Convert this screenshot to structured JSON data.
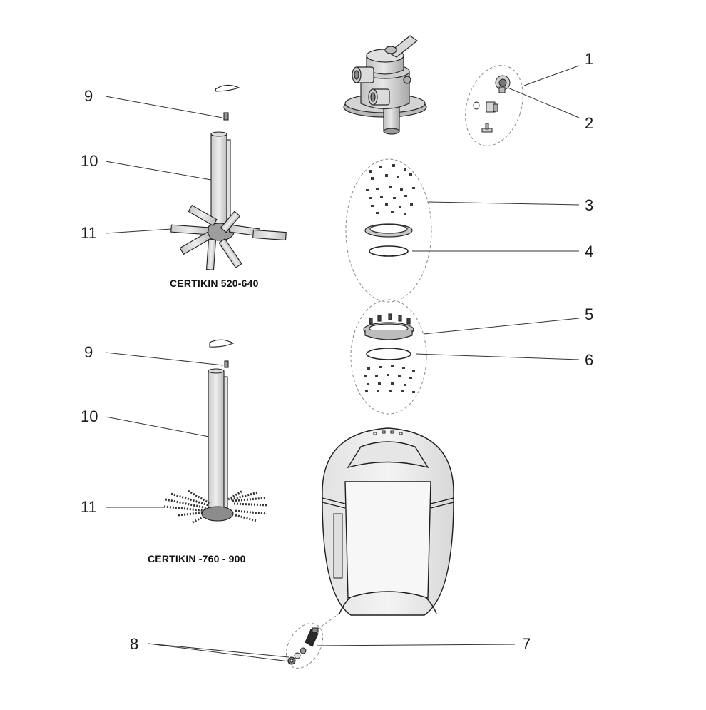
{
  "diagram": {
    "callouts": [
      {
        "id": "c1",
        "label": "1"
      },
      {
        "id": "c2",
        "label": "2"
      },
      {
        "id": "c3",
        "label": "3"
      },
      {
        "id": "c4",
        "label": "4"
      },
      {
        "id": "c5",
        "label": "5"
      },
      {
        "id": "c6",
        "label": "6"
      },
      {
        "id": "c7",
        "label": "7"
      },
      {
        "id": "c8",
        "label": "8"
      },
      {
        "id": "c9a",
        "label": "9"
      },
      {
        "id": "c10a",
        "label": "10"
      },
      {
        "id": "c11a",
        "label": "11"
      },
      {
        "id": "c9b",
        "label": "9"
      },
      {
        "id": "c10b",
        "label": "10"
      },
      {
        "id": "c11b",
        "label": "11"
      }
    ],
    "models": {
      "small": "CERTIKIN  520-640",
      "large": "CERTIKIN -760 - 900"
    }
  }
}
